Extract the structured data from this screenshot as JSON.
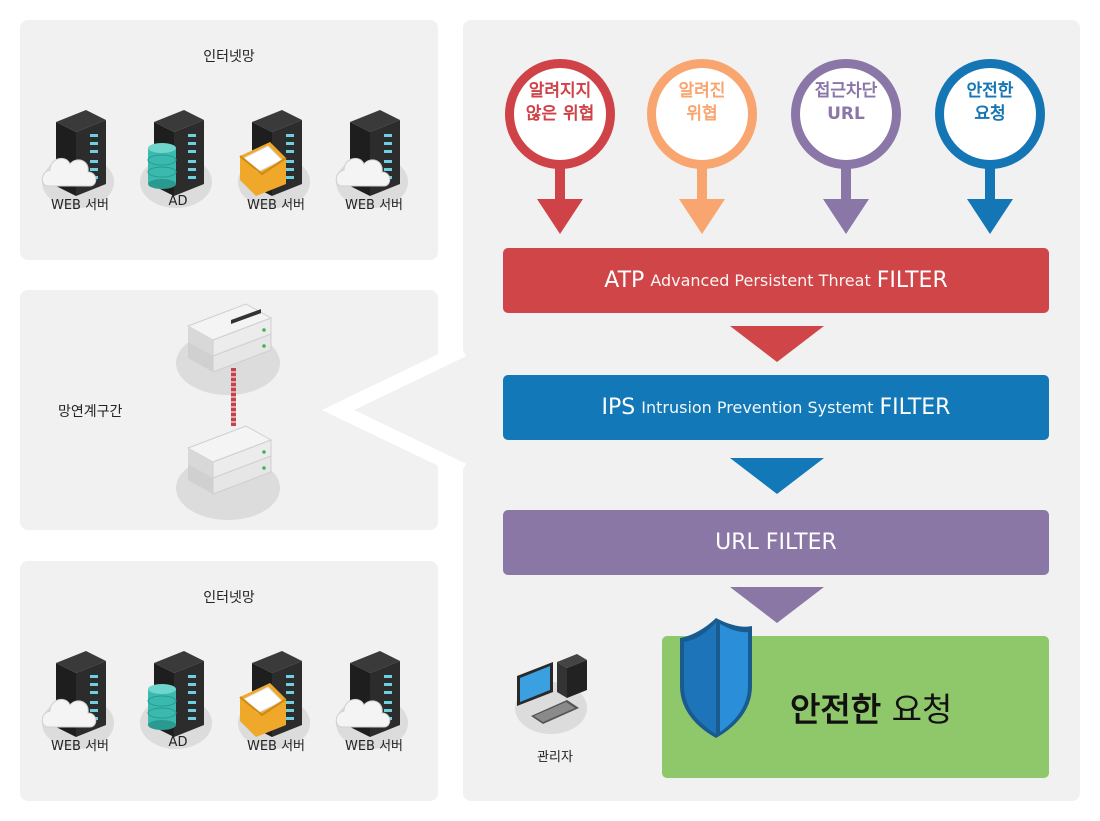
{
  "left_top": {
    "title": "인터넷망",
    "servers": [
      {
        "label": "WEB 서버",
        "icon": "cloud-icon"
      },
      {
        "label": "AD",
        "icon": "database-icon"
      },
      {
        "label": "WEB 서버",
        "icon": "mail-icon"
      },
      {
        "label": "WEB 서버",
        "icon": "cloud-icon"
      }
    ]
  },
  "left_mid": {
    "label": "망연계구간"
  },
  "left_bottom": {
    "title": "인터넷망",
    "servers": [
      {
        "label": "WEB 서버",
        "icon": "cloud-icon"
      },
      {
        "label": "AD",
        "icon": "database-icon"
      },
      {
        "label": "WEB 서버",
        "icon": "mail-icon"
      },
      {
        "label": "WEB 서버",
        "icon": "cloud-icon"
      }
    ]
  },
  "pins": [
    {
      "line1": "알려지지",
      "line2": "않은 위협",
      "color": "#cf4248"
    },
    {
      "line1": "알려진",
      "line2": "위협",
      "color": "#f9a56f"
    },
    {
      "line1": "접근차단",
      "line2": "URL",
      "color": "#8a77a8"
    },
    {
      "line1": "안전한",
      "line2": "요청",
      "color": "#1476b5"
    }
  ],
  "filters": [
    {
      "main": "ATP",
      "sub": "Advanced Persistent Threat",
      "end": "FILTER",
      "color": "#cf4548"
    },
    {
      "main": "IPS",
      "sub": "Intrusion Prevention Systemt",
      "end": "FILTER",
      "color": "#1378b7"
    },
    {
      "main": "URL FILTER",
      "sub": "",
      "end": "",
      "color": "#8a77a6"
    }
  ],
  "result": {
    "bold": "안전한",
    "rest": "요청",
    "color": "#8fc76b"
  },
  "admin": {
    "label": "관리자"
  }
}
